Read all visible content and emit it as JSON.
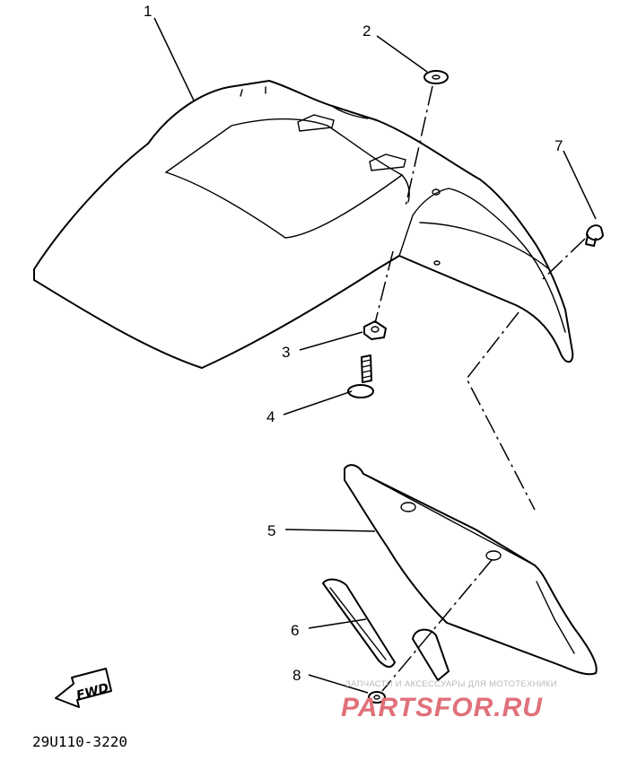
{
  "diagram": {
    "callouts": [
      "1",
      "2",
      "3",
      "4",
      "5",
      "6",
      "7",
      "8"
    ],
    "fwd_label": "FWD",
    "drawing_code": "29U110-3220"
  },
  "watermark": {
    "tagline": "ЗАПЧАСТИ И АКСЕССУАРЫ ДЛЯ МОТОТЕХНИКИ",
    "brand": "PARTSFOR.RU",
    "brand_color": "#e0707a"
  }
}
